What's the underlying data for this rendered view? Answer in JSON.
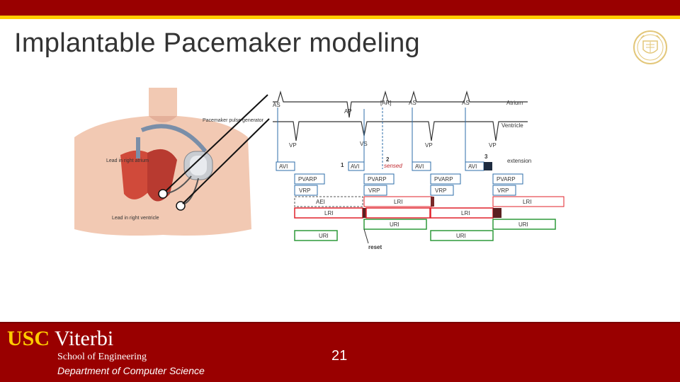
{
  "slide": {
    "title": "Implantable Pacemaker modeling",
    "page_number": "21"
  },
  "footer": {
    "brand_usc": "USC",
    "brand_viterbi": "Viterbi",
    "school": "School of Engineering",
    "department": "Department of Computer Science"
  },
  "colors": {
    "usc_cardinal": "#990000",
    "usc_gold": "#FFCC00",
    "lri_red": "#e0202a",
    "uri_green": "#2e9a3a",
    "avi_blue": "#2d6ea8"
  },
  "anatomy": {
    "label_generator": "Pacemaker pulse generator",
    "label_atrium": "Lead in right atrium",
    "label_ventricle": "Lead in right ventricle"
  },
  "timing": {
    "atrium_events": [
      "AS",
      "AP",
      "[AR]",
      "AS",
      "AS"
    ],
    "ventricle_events": [
      "VP",
      "VS",
      "VP",
      "VP"
    ],
    "atrium_label": "Atrium",
    "ventricle_label": "Ventricle",
    "avi": "AVI",
    "pvarp": "PVARP",
    "vrp": "VRP",
    "aei": "AEI",
    "lri": "LRI",
    "uri": "URI",
    "sensed": "sensed",
    "extension": "extension",
    "reset": "reset",
    "markers": [
      "1",
      "2",
      "3"
    ]
  }
}
